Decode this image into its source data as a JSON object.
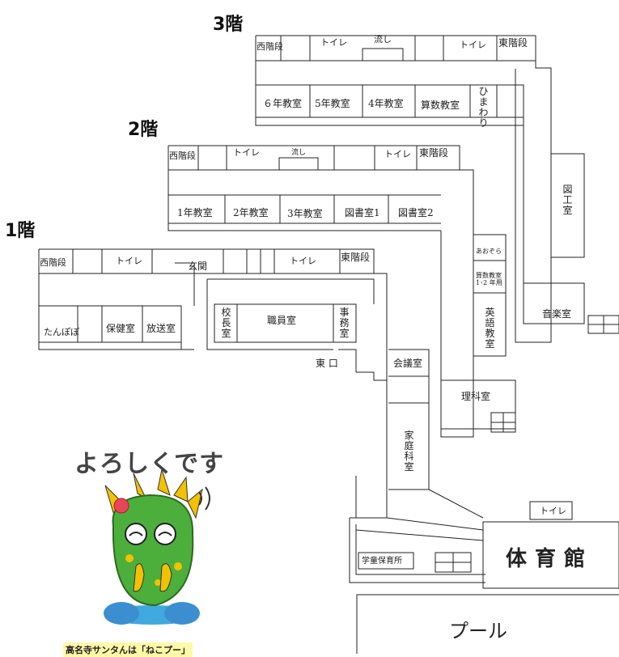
{
  "floors": {
    "f3": {
      "title": "3階",
      "rooms": {
        "west_stairs": "西階段",
        "toilet_a": "トイレ",
        "sink": "流し",
        "toilet_b": "トイレ",
        "east_stairs": "東階段",
        "class6": "６年教室",
        "class5": "5年教室",
        "class4": "4年教室",
        "math": "算数教室",
        "himawari": "ひまわり",
        "art": "図工室",
        "music": "音楽室"
      }
    },
    "f2": {
      "title": "2階",
      "rooms": {
        "west_stairs": "西階段",
        "toilet_a": "トイレ",
        "sink": "流し",
        "toilet_b": "トイレ",
        "east_stairs": "東階段",
        "class1": "1年教室",
        "class2": "2年教室",
        "class3": "3年教室",
        "library1": "図書室1",
        "library2": "図書室2",
        "aozora": "あおぞら",
        "math12": "算数教室 1･2 年用",
        "english": "英語教室",
        "science": "理科室"
      }
    },
    "f1": {
      "title": "1階",
      "rooms": {
        "west_stairs": "西階段",
        "toilet_a": "トイレ",
        "entrance": "玄関",
        "toilet_b": "トイレ",
        "east_stairs": "東階段",
        "tanpopo": "たんぽぽ",
        "nurse": "保健室",
        "broadcast": "放送室",
        "principal": "校長室",
        "staff": "職員室",
        "office": "事務室",
        "east_entrance": "東 口",
        "meeting": "会議室",
        "home_ec": "家庭科室",
        "afterschool": "学童保育所"
      }
    }
  },
  "gym": {
    "label": "体育館",
    "toilet": "トイレ"
  },
  "pool": {
    "label": "プール"
  },
  "mascot": {
    "greeting": "よろしくです",
    "caption": "高名寺サンタんは「ねこプー」"
  }
}
